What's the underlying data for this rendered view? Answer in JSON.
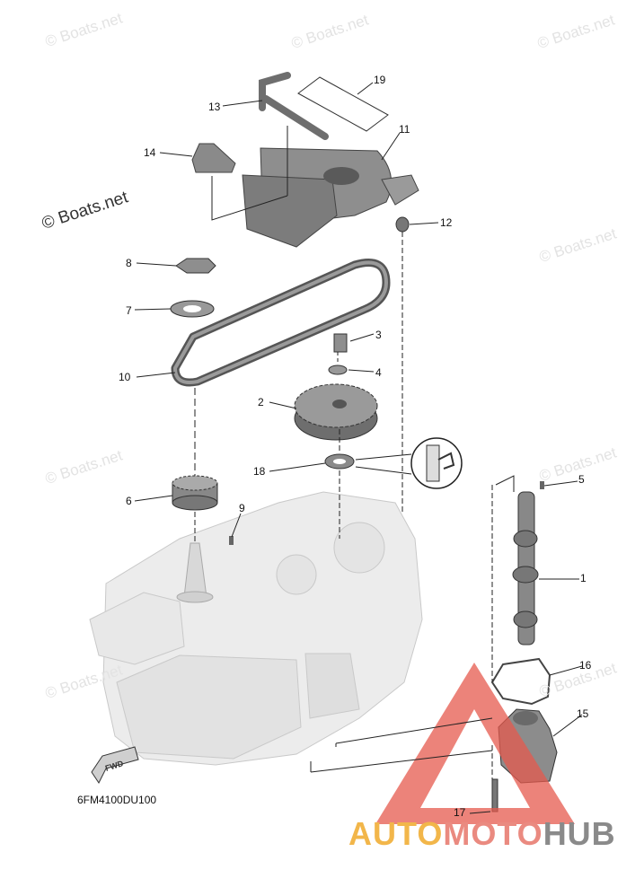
{
  "watermarks": {
    "main": "© Boats.net",
    "faint": "© Boats.net"
  },
  "diagram_code": "6FM4100DU100",
  "fwd_label": "FWD",
  "brand": {
    "part1": "AUTO",
    "part2": "MOTO",
    "part3": "HUB"
  },
  "callouts": [
    "1",
    "2",
    "3",
    "4",
    "5",
    "6",
    "7",
    "8",
    "9",
    "10",
    "11",
    "12",
    "13",
    "14",
    "15",
    "16",
    "17",
    "18",
    "19"
  ],
  "colors": {
    "part_fill": "#8c8c8c",
    "part_dark": "#555555",
    "block_fill": "#e6e6e6",
    "line": "#222222",
    "logo_red": "#e55a4e"
  }
}
